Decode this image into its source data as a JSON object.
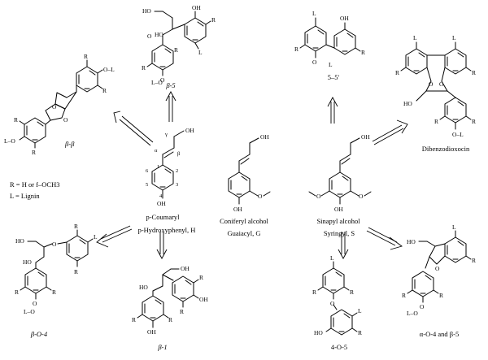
{
  "labels": {
    "beta_beta": "β-β",
    "beta_5": "β-5",
    "five_five": "5–5′",
    "dibenzodioxocin": "Dibenzodioxocin",
    "beta_o_4": "β-O-4",
    "beta_1": "β-1",
    "four_o_5": "4-O-5",
    "alpha_o_4_beta_5": "α-O-4 and β-5",
    "p_coumaryl": "p-Coumaryl",
    "p_hydroxyphenyl": "p-Hydroxyphenyl, H",
    "coniferyl": "Coniferyl alcohol",
    "guaiacyl": "Guaiacyl, G",
    "sinapyl": "Sinapyl alcohol",
    "syringyl": "Syringyl, S"
  },
  "legend": {
    "r_def": "R = H or f–OCH3",
    "l_def": "L = Lignin"
  },
  "atoms": {
    "OH": "OH",
    "HO": "HO",
    "R": "R",
    "L": "L",
    "O": "O",
    "OL": "O–L",
    "LO": "L–O",
    "gamma": "γ",
    "alpha": "α",
    "beta": "β",
    "n1": "1",
    "n2": "2",
    "n3": "3",
    "n4": "4",
    "n5": "5",
    "n6": "6"
  }
}
